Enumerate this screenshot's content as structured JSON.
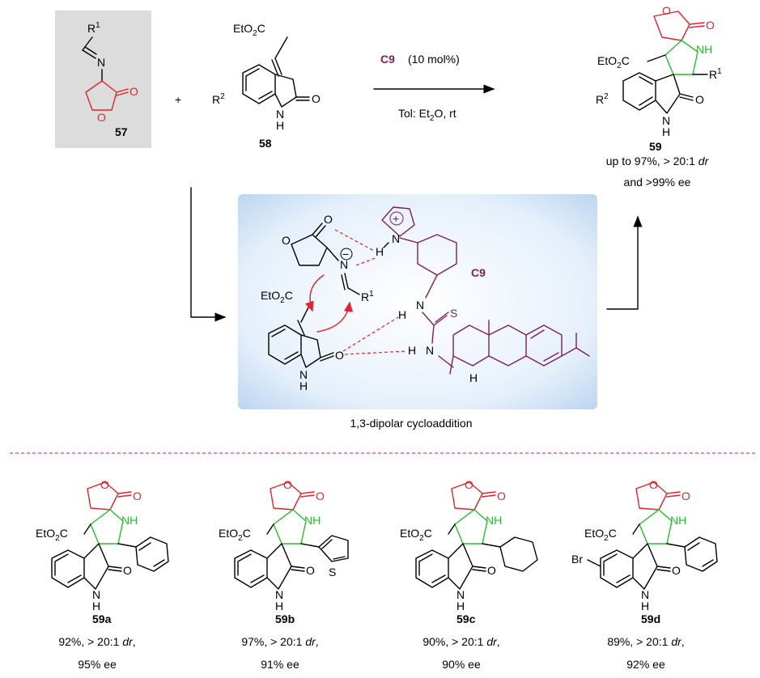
{
  "reactants": {
    "imine": {
      "label": "57",
      "r_group": "R",
      "r_sup": "1",
      "atoms": [
        "N",
        "O",
        "O"
      ]
    },
    "oxindole": {
      "label": "58",
      "ester": "EtO",
      "ester_sub": "2",
      "ester_tail": "C",
      "r_group": "R",
      "r_sup": "2",
      "atoms": [
        "O",
        "N",
        "H"
      ]
    }
  },
  "plus": "+",
  "conditions": {
    "catalyst": "C9",
    "loading": "(10 mol%)",
    "solvent_pre": "Tol: Et",
    "solvent_sub": "2",
    "solvent_post": "O, rt"
  },
  "product": {
    "label": "59",
    "ester_pre": "EtO",
    "ester_sub": "2",
    "ester_post": "C",
    "r1": "R",
    "r1_sup": "1",
    "r2": "R",
    "r2_sup": "2",
    "result_line1_pre": "up to 97%, > 20:1 ",
    "result_line1_italic": "dr",
    "result_line2": "and >99% ee"
  },
  "transition_state": {
    "catalyst_label": "C9",
    "ester_pre": "EtO",
    "ester_sub": "2",
    "ester_post": "C",
    "r_group": "R",
    "r_sup": "1",
    "minus": "−",
    "plus_charge": "+",
    "caption": "1,3-dipolar cycloaddition"
  },
  "examples": [
    {
      "id": "59a",
      "ester_pre": "EtO",
      "ester_sub": "2",
      "ester_post": "C",
      "line1_pre": "92%, > 20:1 ",
      "line1_italic": "dr",
      "line1_post": ",",
      "line2": "95% ee",
      "substituent": "phenyl"
    },
    {
      "id": "59b",
      "ester_pre": "EtO",
      "ester_sub": "2",
      "ester_post": "C",
      "line1_pre": "97%, > 20:1 ",
      "line1_italic": "dr",
      "line1_post": ",",
      "line2": "91% ee",
      "substituent": "thiophen-2-yl"
    },
    {
      "id": "59c",
      "ester_pre": "EtO",
      "ester_sub": "2",
      "ester_post": "C",
      "line1_pre": "90%, > 20:1 ",
      "line1_italic": "dr",
      "line1_post": ",",
      "line2": "90% ee",
      "substituent": "cyclohexyl"
    },
    {
      "id": "59d",
      "ester_pre": "EtO",
      "ester_sub": "2",
      "ester_post": "C",
      "line1_pre": "89%, > 20:1 ",
      "line1_italic": "dr",
      "line1_post": ",",
      "line2": "92% ee",
      "substituent": "phenyl",
      "bromo": "Br"
    }
  ],
  "colors": {
    "red": "#e8202a",
    "green": "#22c02a",
    "purple": "#7d1f5c",
    "divider": "#d23ad2",
    "box_gray": "#dcdcdc",
    "ts_blue": "#cfe3f6"
  }
}
